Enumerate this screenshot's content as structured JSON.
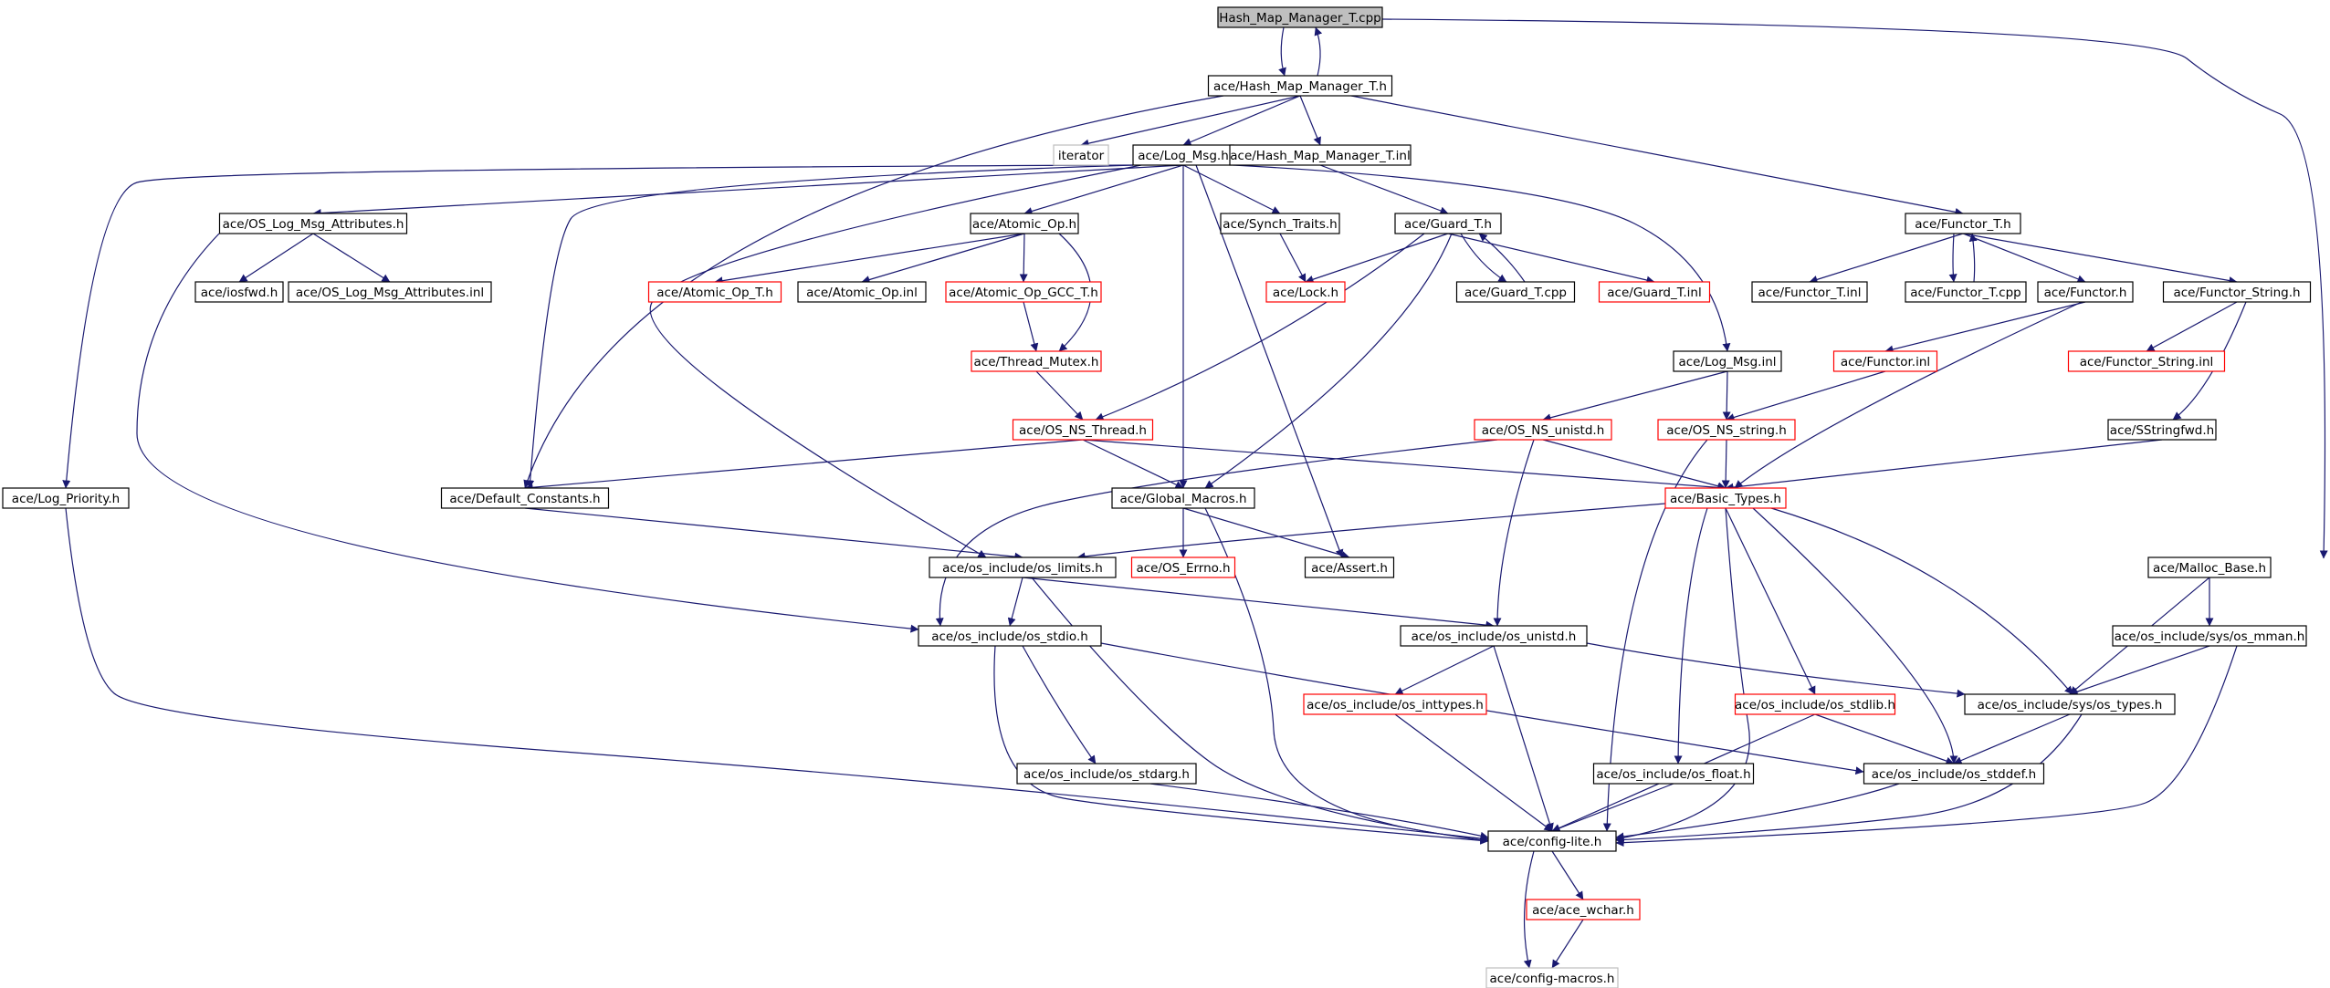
{
  "colors": {
    "edge": "#191970",
    "node_fill": "#ffffff",
    "node_border_black": "#000000",
    "node_border_red": "#ff0000",
    "node_border_gray": "#bfbfbf",
    "root_fill": "#bfbfbf",
    "text": "#000000"
  },
  "nodes": [
    {
      "id": "root",
      "label": "Hash_Map_Manager_T.cpp",
      "border": "root"
    },
    {
      "id": "hmm_h",
      "label": "ace/Hash_Map_Manager_T.h",
      "border": "black"
    },
    {
      "id": "iterator",
      "label": "iterator",
      "border": "gray"
    },
    {
      "id": "logmsg_h",
      "label": "ace/Log_Msg.h",
      "border": "black"
    },
    {
      "id": "hmm_inl",
      "label": "ace/Hash_Map_Manager_T.inl",
      "border": "black"
    },
    {
      "id": "functor_t_h",
      "label": "ace/Functor_T.h",
      "border": "black"
    },
    {
      "id": "oslma_h",
      "label": "ace/OS_Log_Msg_Attributes.h",
      "border": "black"
    },
    {
      "id": "atomic_h",
      "label": "ace/Atomic_Op.h",
      "border": "black"
    },
    {
      "id": "synch_h",
      "label": "ace/Synch_Traits.h",
      "border": "black"
    },
    {
      "id": "guard_h",
      "label": "ace/Guard_T.h",
      "border": "black"
    },
    {
      "id": "iosfwd",
      "label": "ace/iosfwd.h",
      "border": "black"
    },
    {
      "id": "oslma_inl",
      "label": "ace/OS_Log_Msg_Attributes.inl",
      "border": "black"
    },
    {
      "id": "atomic_t_h",
      "label": "ace/Atomic_Op_T.h",
      "border": "red"
    },
    {
      "id": "atomic_inl",
      "label": "ace/Atomic_Op.inl",
      "border": "black"
    },
    {
      "id": "atomic_gcc",
      "label": "ace/Atomic_Op_GCC_T.h",
      "border": "red"
    },
    {
      "id": "lock_h",
      "label": "ace/Lock.h",
      "border": "red"
    },
    {
      "id": "guard_cpp",
      "label": "ace/Guard_T.cpp",
      "border": "black"
    },
    {
      "id": "guard_inl",
      "label": "ace/Guard_T.inl",
      "border": "red"
    },
    {
      "id": "functor_t_inl",
      "label": "ace/Functor_T.inl",
      "border": "black"
    },
    {
      "id": "functor_t_cpp",
      "label": "ace/Functor_T.cpp",
      "border": "black"
    },
    {
      "id": "functor_h",
      "label": "ace/Functor.h",
      "border": "black"
    },
    {
      "id": "functor_str_h",
      "label": "ace/Functor_String.h",
      "border": "black"
    },
    {
      "id": "thread_mutex",
      "label": "ace/Thread_Mutex.h",
      "border": "red"
    },
    {
      "id": "logmsg_inl",
      "label": "ace/Log_Msg.inl",
      "border": "black"
    },
    {
      "id": "functor_inl",
      "label": "ace/Functor.inl",
      "border": "red"
    },
    {
      "id": "functor_str_inl",
      "label": "ace/Functor_String.inl",
      "border": "red"
    },
    {
      "id": "os_ns_thread",
      "label": "ace/OS_NS_Thread.h",
      "border": "red"
    },
    {
      "id": "os_ns_unistd",
      "label": "ace/OS_NS_unistd.h",
      "border": "red"
    },
    {
      "id": "os_ns_string",
      "label": "ace/OS_NS_string.h",
      "border": "red"
    },
    {
      "id": "sstringfwd",
      "label": "ace/SStringfwd.h",
      "border": "black"
    },
    {
      "id": "log_priority",
      "label": "ace/Log_Priority.h",
      "border": "black"
    },
    {
      "id": "default_const",
      "label": "ace/Default_Constants.h",
      "border": "black"
    },
    {
      "id": "global_macros",
      "label": "ace/Global_Macros.h",
      "border": "black"
    },
    {
      "id": "basic_types",
      "label": "ace/Basic_Types.h",
      "border": "red"
    },
    {
      "id": "os_limits",
      "label": "ace/os_include/os_limits.h",
      "border": "black"
    },
    {
      "id": "os_errno",
      "label": "ace/OS_Errno.h",
      "border": "red"
    },
    {
      "id": "assert_h",
      "label": "ace/Assert.h",
      "border": "black"
    },
    {
      "id": "malloc_base",
      "label": "ace/Malloc_Base.h",
      "border": "black"
    },
    {
      "id": "os_stdio",
      "label": "ace/os_include/os_stdio.h",
      "border": "black"
    },
    {
      "id": "os_unistd",
      "label": "ace/os_include/os_unistd.h",
      "border": "black"
    },
    {
      "id": "sys_mman",
      "label": "ace/os_include/sys/os_mman.h",
      "border": "black"
    },
    {
      "id": "os_inttypes",
      "label": "ace/os_include/os_inttypes.h",
      "border": "red"
    },
    {
      "id": "os_stdlib",
      "label": "ace/os_include/os_stdlib.h",
      "border": "red"
    },
    {
      "id": "sys_types",
      "label": "ace/os_include/sys/os_types.h",
      "border": "black"
    },
    {
      "id": "os_stdarg",
      "label": "ace/os_include/os_stdarg.h",
      "border": "black"
    },
    {
      "id": "os_float",
      "label": "ace/os_include/os_float.h",
      "border": "black"
    },
    {
      "id": "os_stddef",
      "label": "ace/os_include/os_stddef.h",
      "border": "black"
    },
    {
      "id": "config_lite",
      "label": "ace/config-lite.h",
      "border": "black"
    },
    {
      "id": "ace_wchar",
      "label": "ace/ace_wchar.h",
      "border": "red"
    },
    {
      "id": "config_macros",
      "label": "ace/config-macros.h",
      "border": "gray"
    }
  ],
  "edges": [
    {
      "from": "root",
      "to": "hmm_h"
    },
    {
      "from": "hmm_h",
      "to": "root"
    },
    {
      "from": "root",
      "to": "malloc_base"
    },
    {
      "from": "hmm_h",
      "to": "iterator"
    },
    {
      "from": "hmm_h",
      "to": "logmsg_h"
    },
    {
      "from": "hmm_h",
      "to": "hmm_inl"
    },
    {
      "from": "hmm_h",
      "to": "functor_t_h"
    },
    {
      "from": "hmm_h",
      "to": "default_const"
    },
    {
      "from": "logmsg_h",
      "to": "oslma_h"
    },
    {
      "from": "logmsg_h",
      "to": "atomic_h"
    },
    {
      "from": "logmsg_h",
      "to": "synch_h"
    },
    {
      "from": "logmsg_h",
      "to": "log_priority"
    },
    {
      "from": "logmsg_h",
      "to": "default_const"
    },
    {
      "from": "logmsg_h",
      "to": "os_limits"
    },
    {
      "from": "logmsg_h",
      "to": "global_macros"
    },
    {
      "from": "logmsg_h",
      "to": "assert_h"
    },
    {
      "from": "logmsg_h",
      "to": "logmsg_inl"
    },
    {
      "from": "hmm_inl",
      "to": "guard_h"
    },
    {
      "from": "functor_t_h",
      "to": "functor_t_inl"
    },
    {
      "from": "functor_t_h",
      "to": "functor_t_cpp"
    },
    {
      "from": "functor_t_cpp",
      "to": "functor_t_h"
    },
    {
      "from": "functor_t_h",
      "to": "functor_h"
    },
    {
      "from": "functor_t_h",
      "to": "functor_str_h"
    },
    {
      "from": "oslma_h",
      "to": "iosfwd"
    },
    {
      "from": "oslma_h",
      "to": "oslma_inl"
    },
    {
      "from": "oslma_h",
      "to": "os_stdio"
    },
    {
      "from": "atomic_h",
      "to": "atomic_t_h"
    },
    {
      "from": "atomic_h",
      "to": "atomic_inl"
    },
    {
      "from": "atomic_h",
      "to": "atomic_gcc"
    },
    {
      "from": "atomic_h",
      "to": "thread_mutex"
    },
    {
      "from": "synch_h",
      "to": "lock_h"
    },
    {
      "from": "guard_h",
      "to": "lock_h"
    },
    {
      "from": "guard_h",
      "to": "guard_cpp"
    },
    {
      "from": "guard_cpp",
      "to": "guard_h"
    },
    {
      "from": "guard_h",
      "to": "guard_inl"
    },
    {
      "from": "guard_h",
      "to": "os_ns_thread"
    },
    {
      "from": "guard_h",
      "to": "global_macros"
    },
    {
      "from": "atomic_gcc",
      "to": "thread_mutex"
    },
    {
      "from": "thread_mutex",
      "to": "os_ns_thread"
    },
    {
      "from": "functor_h",
      "to": "functor_inl"
    },
    {
      "from": "functor_h",
      "to": "basic_types"
    },
    {
      "from": "functor_str_h",
      "to": "functor_str_inl"
    },
    {
      "from": "functor_str_h",
      "to": "sstringfwd"
    },
    {
      "from": "logmsg_inl",
      "to": "os_ns_unistd"
    },
    {
      "from": "logmsg_inl",
      "to": "os_ns_string"
    },
    {
      "from": "functor_inl",
      "to": "os_ns_string"
    },
    {
      "from": "os_ns_thread",
      "to": "default_const"
    },
    {
      "from": "os_ns_thread",
      "to": "global_macros"
    },
    {
      "from": "os_ns_thread",
      "to": "basic_types"
    },
    {
      "from": "os_ns_unistd",
      "to": "basic_types"
    },
    {
      "from": "os_ns_unistd",
      "to": "os_stdio"
    },
    {
      "from": "os_ns_unistd",
      "to": "os_unistd"
    },
    {
      "from": "os_ns_string",
      "to": "basic_types"
    },
    {
      "from": "os_ns_string",
      "to": "config_lite"
    },
    {
      "from": "sstringfwd",
      "to": "basic_types"
    },
    {
      "from": "default_const",
      "to": "os_limits"
    },
    {
      "from": "global_macros",
      "to": "os_errno"
    },
    {
      "from": "global_macros",
      "to": "assert_h"
    },
    {
      "from": "global_macros",
      "to": "config_lite"
    },
    {
      "from": "basic_types",
      "to": "os_limits"
    },
    {
      "from": "basic_types",
      "to": "sys_types"
    },
    {
      "from": "basic_types",
      "to": "os_stdlib"
    },
    {
      "from": "basic_types",
      "to": "os_float"
    },
    {
      "from": "basic_types",
      "to": "os_stddef"
    },
    {
      "from": "basic_types",
      "to": "config_lite"
    },
    {
      "from": "os_limits",
      "to": "os_stdio"
    },
    {
      "from": "os_limits",
      "to": "os_unistd"
    },
    {
      "from": "os_limits",
      "to": "config_lite"
    },
    {
      "from": "malloc_base",
      "to": "sys_types"
    },
    {
      "from": "malloc_base",
      "to": "sys_mman"
    },
    {
      "from": "sys_mman",
      "to": "sys_types"
    },
    {
      "from": "sys_mman",
      "to": "config_lite"
    },
    {
      "from": "os_stdio",
      "to": "os_stdarg"
    },
    {
      "from": "os_stdio",
      "to": "os_stddef"
    },
    {
      "from": "os_stdio",
      "to": "config_lite"
    },
    {
      "from": "os_unistd",
      "to": "os_inttypes"
    },
    {
      "from": "os_unistd",
      "to": "sys_types"
    },
    {
      "from": "os_unistd",
      "to": "config_lite"
    },
    {
      "from": "os_inttypes",
      "to": "config_lite"
    },
    {
      "from": "os_stdlib",
      "to": "os_stddef"
    },
    {
      "from": "os_stdlib",
      "to": "config_lite"
    },
    {
      "from": "sys_types",
      "to": "os_stddef"
    },
    {
      "from": "sys_types",
      "to": "config_lite"
    },
    {
      "from": "os_stdarg",
      "to": "config_lite"
    },
    {
      "from": "os_float",
      "to": "config_lite"
    },
    {
      "from": "os_stddef",
      "to": "config_lite"
    },
    {
      "from": "log_priority",
      "to": "config_lite"
    },
    {
      "from": "config_lite",
      "to": "ace_wchar"
    },
    {
      "from": "config_lite",
      "to": "config_macros"
    },
    {
      "from": "ace_wchar",
      "to": "config_macros"
    }
  ]
}
